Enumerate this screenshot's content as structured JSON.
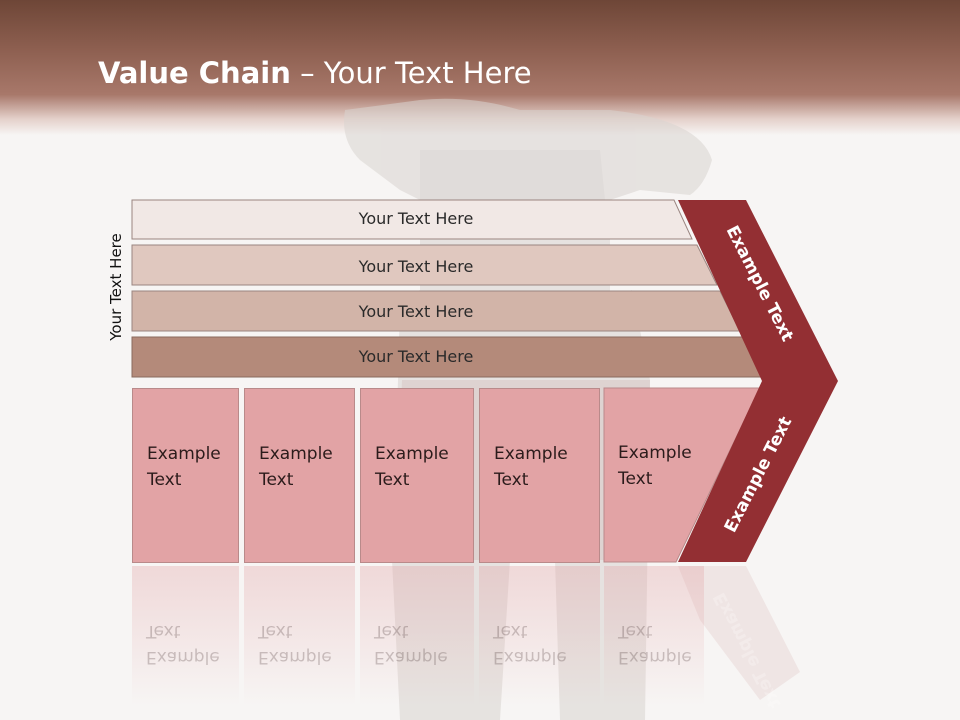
{
  "slide": {
    "title_bold": "Value Chain",
    "title_rest": " – Your Text Here"
  },
  "side_label": "Your Text Here",
  "support_bars": [
    {
      "label": "Your Text Here",
      "color": "#f1e8e5"
    },
    {
      "label": "Your Text Here",
      "color": "#e0c8bf"
    },
    {
      "label": "Your Text Here",
      "color": "#d2b4a8"
    },
    {
      "label": "Your Text Here",
      "color": "#b48a7a"
    }
  ],
  "primary_boxes": [
    {
      "line1": "Example",
      "line2": "Text"
    },
    {
      "line1": "Example",
      "line2": "Text"
    },
    {
      "line1": "Example",
      "line2": "Text"
    },
    {
      "line1": "Example",
      "line2": "Text"
    },
    {
      "line1": "Example",
      "line2": "Text"
    }
  ],
  "arrow": {
    "upper_label": "Example Text",
    "lower_label": "Example Text",
    "color": "#932f33"
  }
}
